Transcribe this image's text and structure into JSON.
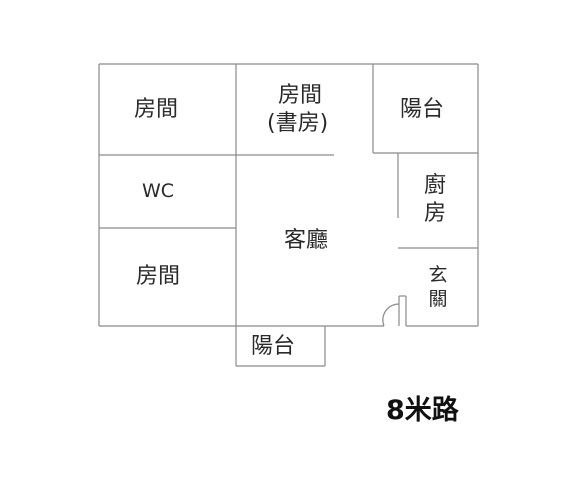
{
  "rooms": {
    "bedroom_nw": "房間",
    "study_line1": "房間",
    "study_line2": "(書房)",
    "balcony_ne": "陽台",
    "wc": "WC",
    "living": "客廳",
    "kitchen": "廚房",
    "entrance": "玄關",
    "bedroom_sw": "房間",
    "balcony_s": "陽台"
  },
  "road": "8米路"
}
